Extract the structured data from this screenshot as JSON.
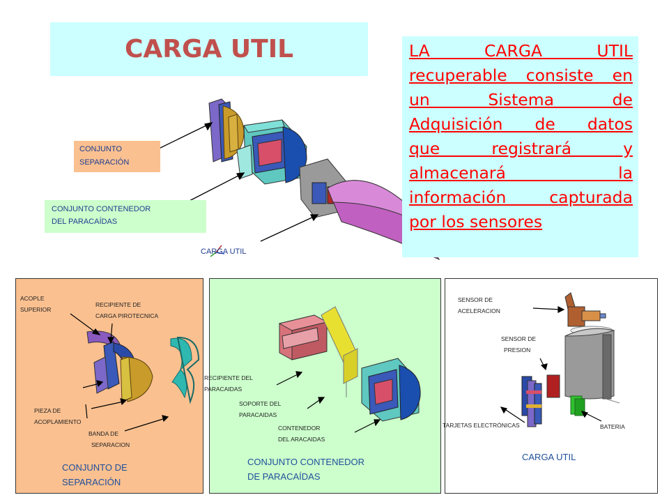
{
  "title": "CARGA UTIL",
  "description": {
    "lines": [
      "LA CARGA UTIL",
      "recuperable consiste en",
      "un Sistema de",
      "Adquisición de datos",
      "que registrará y",
      "almacenará la",
      "información capturada",
      "por los sensores"
    ]
  },
  "top_labels": {
    "conjunto_separacion": [
      "CONJUNTO",
      "SEPARACIÓN"
    ],
    "conjunto_contenedor": [
      "CONJUNTO CONTENEDOR",
      "DEL PARACAÍDAS"
    ],
    "carga_util": "CARGA UTIL"
  },
  "panel_separacion": {
    "caption": [
      "CONJUNTO DE",
      "SEPARACIÓN"
    ],
    "acople": [
      "ACOPLE",
      "SUPERIOR"
    ],
    "recipiente": [
      "RECIPIENTE DE",
      "CARGA PIROTECNICA"
    ],
    "pieza": [
      "PIEZA DE",
      "ACOPLAMIENTO"
    ],
    "banda": [
      "BANDA DE",
      "SEPARACION"
    ]
  },
  "panel_contenedor": {
    "caption": [
      "CONJUNTO CONTENEDOR",
      "DE  PARACAÍDAS"
    ],
    "recipiente": [
      "RECIPIENTE DEL",
      "PARACAIDAS"
    ],
    "soporte": [
      "SOPORTE DEL",
      "PARACAIDAS"
    ],
    "contenedor": [
      "CONTENEDOR",
      "DEL ARACAIDAS"
    ]
  },
  "panel_carga": {
    "caption": "CARGA UTIL",
    "sensor_acel": [
      "SENSOR DE",
      "ACELERACION"
    ],
    "sensor_pres": [
      "SENSOR DE",
      "PRESION"
    ],
    "tarjetas": "TARJETAS ELECTRÓNICAS",
    "bateria": "BATERIA"
  },
  "colors": {
    "title_bg": "#ccffff",
    "title_text": "#c0504d",
    "desc_text": "#ff0000",
    "orange_label": "#fac090",
    "green_label": "#ccffcc",
    "caption_blue": "#1f4e9b"
  }
}
